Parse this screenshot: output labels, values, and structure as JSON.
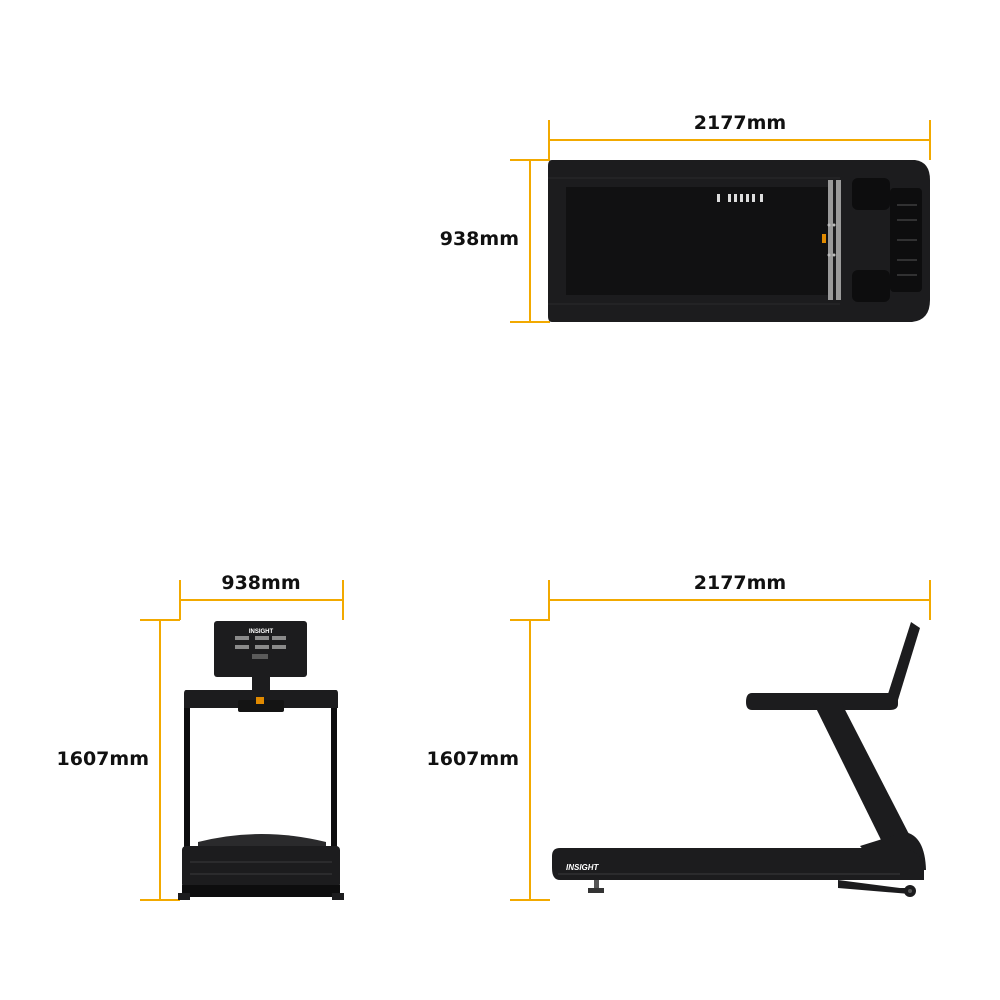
{
  "colors": {
    "dimension_line": "#f2a900",
    "product_body": "#1c1c1e",
    "product_dark": "#0d0d0e",
    "belt": "#111112",
    "display_accent": "#e08a00"
  },
  "top_view": {
    "length_label": "2177mm",
    "width_label": "938mm"
  },
  "front_view": {
    "width_label": "938mm",
    "height_label": "1607mm",
    "console_brand": "INSIGHT"
  },
  "side_view": {
    "length_label": "2177mm",
    "height_label": "1607mm",
    "deck_brand": "INSIGHT"
  }
}
